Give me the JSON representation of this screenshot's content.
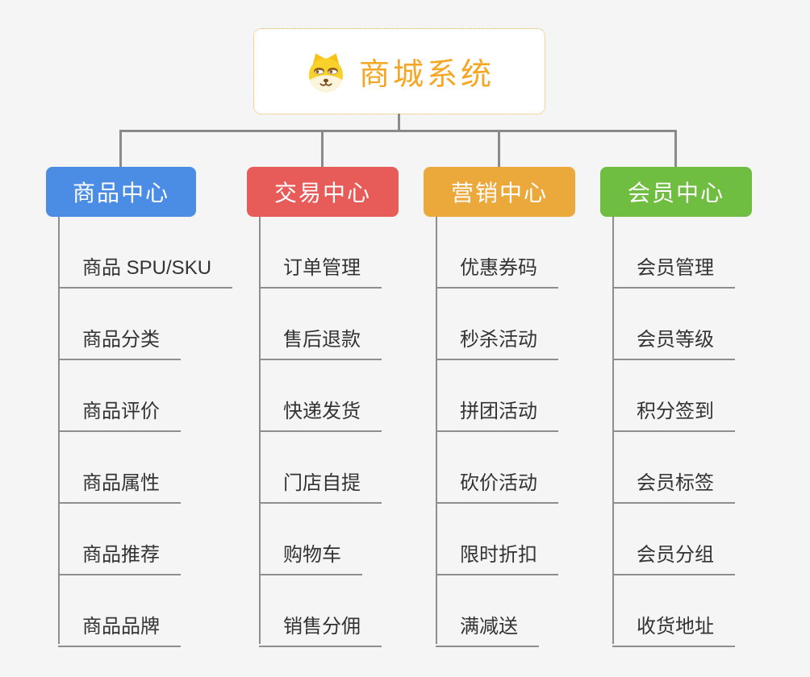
{
  "root": {
    "title": "商城系统",
    "icon": "shiba-dog-icon"
  },
  "branches": [
    {
      "label": "商品中心",
      "color": "#4B8DE4",
      "children": [
        "商品 SPU/SKU",
        "商品分类",
        "商品评价",
        "商品属性",
        "商品推荐",
        "商品品牌"
      ]
    },
    {
      "label": "交易中心",
      "color": "#E75B58",
      "children": [
        "订单管理",
        "售后退款",
        "快递发货",
        "门店自提",
        "购物车",
        "销售分佣"
      ]
    },
    {
      "label": "营销中心",
      "color": "#EBA93C",
      "children": [
        "优惠券码",
        "秒杀活动",
        "拼团活动",
        "砍价活动",
        "限时折扣",
        "满减送"
      ]
    },
    {
      "label": "会员中心",
      "color": "#70BE41",
      "children": [
        "会员管理",
        "会员等级",
        "积分签到",
        "会员标签",
        "会员分组",
        "收货地址"
      ]
    }
  ],
  "colors": {
    "background": "#F5F5F5",
    "connector": "#8A8A8A",
    "leaf_underline": "#8E8E8E",
    "leaf_text": "#333333",
    "root_text": "#F5A623",
    "root_border": "#F0AA3F",
    "branch_blue": "#4B8DE4",
    "branch_red": "#E75B58",
    "branch_orange": "#EBA93C",
    "branch_green": "#70BE41"
  }
}
